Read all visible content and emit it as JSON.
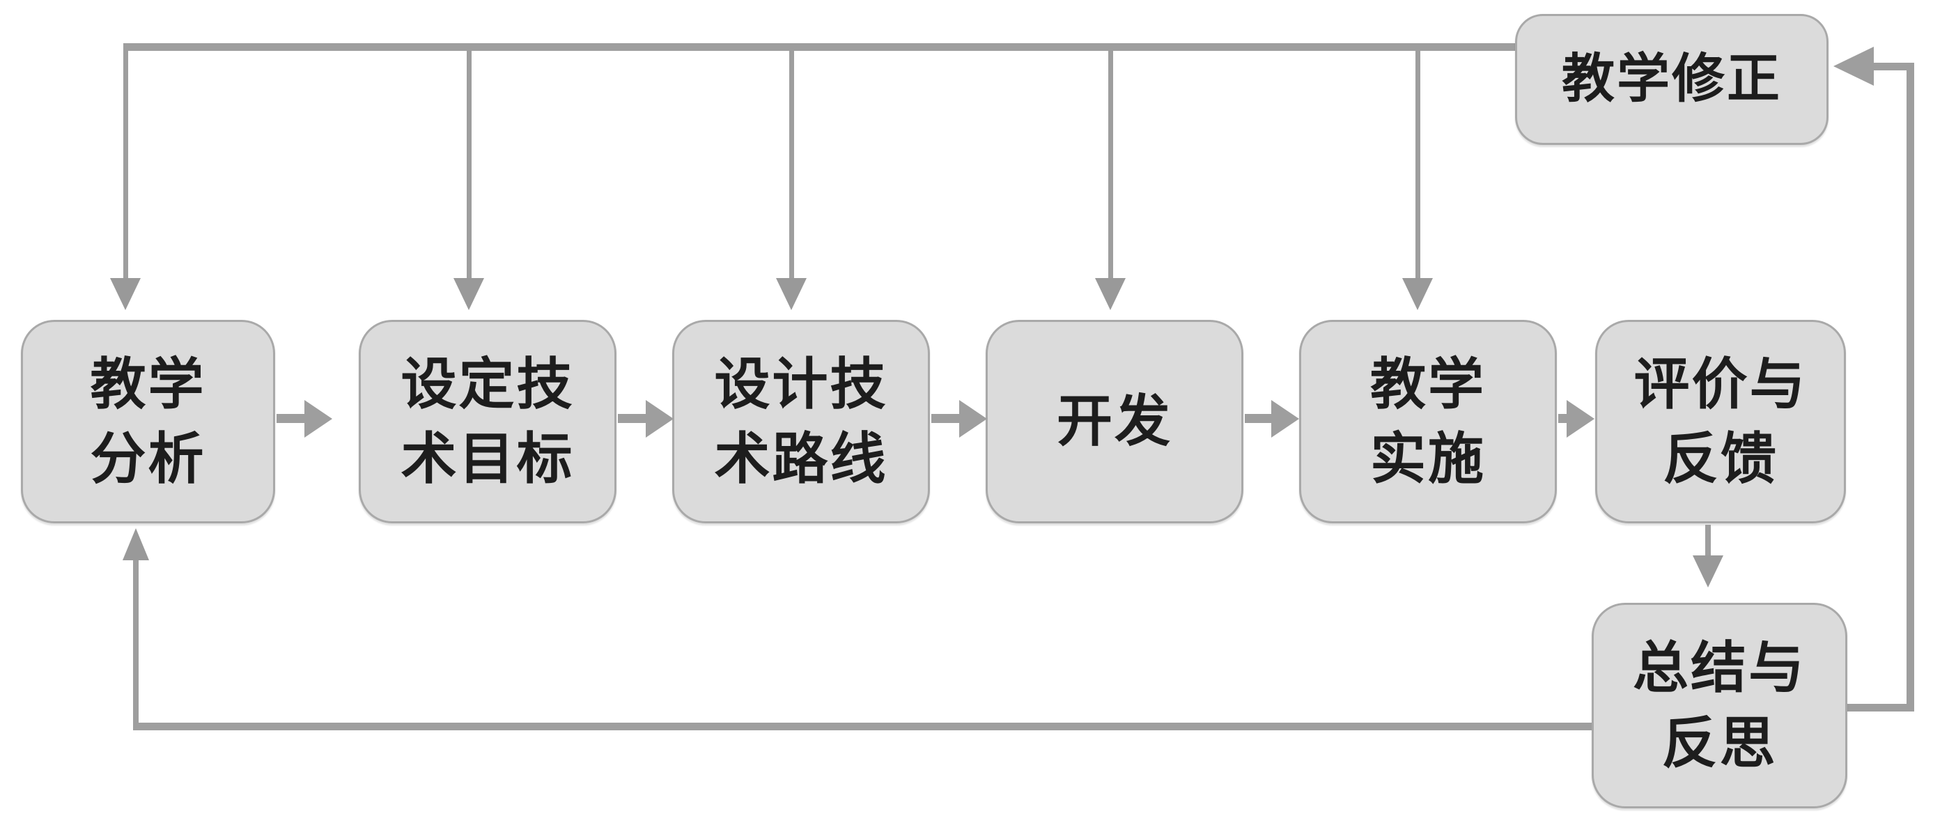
{
  "diagram": {
    "title_note": "ADDIE-style teaching design flow diagram",
    "colors": {
      "background": "#ffffff",
      "box_fill": "#dbdbdb",
      "box_border": "#a9a9a9",
      "line": "#9e9e9e",
      "arrowhead": "#999999",
      "text": "#1d1d1d"
    },
    "nodes": {
      "teaching_analysis": {
        "line1": "教学",
        "line2": "分析"
      },
      "set_tech_goals": {
        "line1": "设定技",
        "line2": "术目标"
      },
      "design_tech_route": {
        "line1": "设计技",
        "line2": "术路线"
      },
      "development": {
        "line1": "开发",
        "line2": ""
      },
      "teaching_implementation": {
        "line1": "教学",
        "line2": "实施"
      },
      "evaluation_feedback": {
        "line1": "评价与",
        "line2": "反馈"
      },
      "teaching_correction": {
        "line1": "教学修正",
        "line2": ""
      },
      "summary_reflection": {
        "line1": "总结与",
        "line2": "反思"
      }
    },
    "edges": [
      {
        "from": "teaching_analysis",
        "to": "set_tech_goals"
      },
      {
        "from": "set_tech_goals",
        "to": "design_tech_route"
      },
      {
        "from": "design_tech_route",
        "to": "development"
      },
      {
        "from": "development",
        "to": "teaching_implementation"
      },
      {
        "from": "teaching_implementation",
        "to": "evaluation_feedback"
      },
      {
        "from": "evaluation_feedback",
        "to": "summary_reflection"
      },
      {
        "from": "summary_reflection",
        "to": "teaching_correction"
      },
      {
        "from": "teaching_correction",
        "to": "teaching_analysis"
      },
      {
        "from": "teaching_correction",
        "to": "set_tech_goals"
      },
      {
        "from": "teaching_correction",
        "to": "design_tech_route"
      },
      {
        "from": "teaching_correction",
        "to": "development"
      },
      {
        "from": "teaching_correction",
        "to": "teaching_implementation"
      },
      {
        "from": "summary_reflection",
        "to": "teaching_analysis"
      }
    ]
  }
}
